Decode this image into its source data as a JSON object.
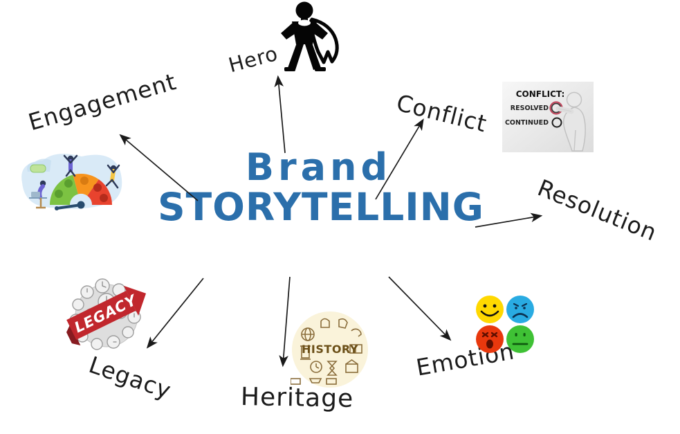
{
  "title": {
    "line1": "Brand",
    "line2": "STORYTELLING"
  },
  "nodes": {
    "hero": {
      "label": "Hero",
      "icon": "superhero-silhouette-icon"
    },
    "engagement": {
      "label": "Engagement",
      "icon": "engagement-gauge-illustration"
    },
    "conflict": {
      "label": "Conflict",
      "icon": "conflict-resolved-continued-illustration"
    },
    "resolution": {
      "label": "Resolution",
      "icon": "none"
    },
    "emotion": {
      "label": "Emotion",
      "icon": "emoji-faces-2x2-illustration"
    },
    "heritage": {
      "label": "Heritage",
      "icon": "history-doodle-circle-illustration"
    },
    "legacy": {
      "label": "Legacy",
      "icon": "legacy-clock-ball-illustration"
    }
  },
  "conflict_card": {
    "title": "CONFLICT:",
    "option1": "RESOLVED",
    "option2": "CONTINUED"
  },
  "legacy_ribbon_text": "LEGACY",
  "heritage_center_text": "HISTORY",
  "colors": {
    "title_blue": "#2b6fab",
    "arrow_black": "#1a1a1a",
    "emotion_happy_yellow": "#ffd800",
    "emotion_sad_blue": "#29abe2",
    "emotion_angry_red": "#e8380d",
    "emotion_neutral_green": "#3fc135",
    "legacy_ribbon_red": "#c1272d",
    "heritage_cream": "#faf3da",
    "gauge_green": "#7cc242",
    "gauge_orange": "#f7941e",
    "gauge_red": "#e8432e"
  }
}
